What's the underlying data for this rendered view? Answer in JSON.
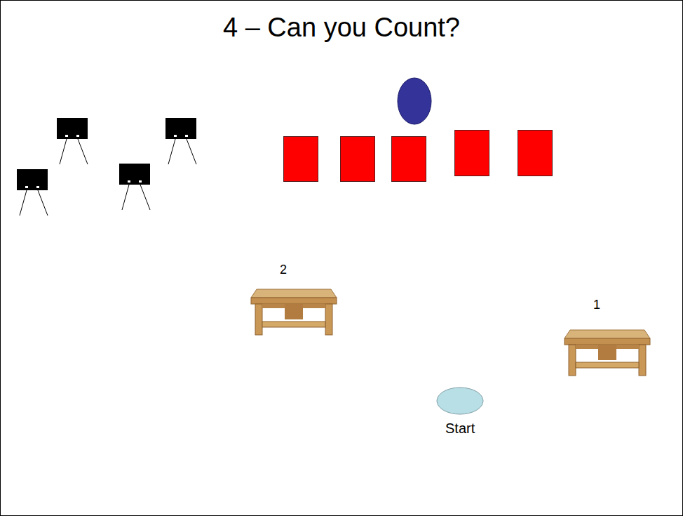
{
  "diagram": {
    "title": "4 – Can you Count?",
    "nodes": [
      {
        "text": [
          "2"
        ]
      },
      {
        "text": [
          "1"
        ]
      },
      {
        "text": [
          "Start"
        ]
      }
    ]
  }
}
